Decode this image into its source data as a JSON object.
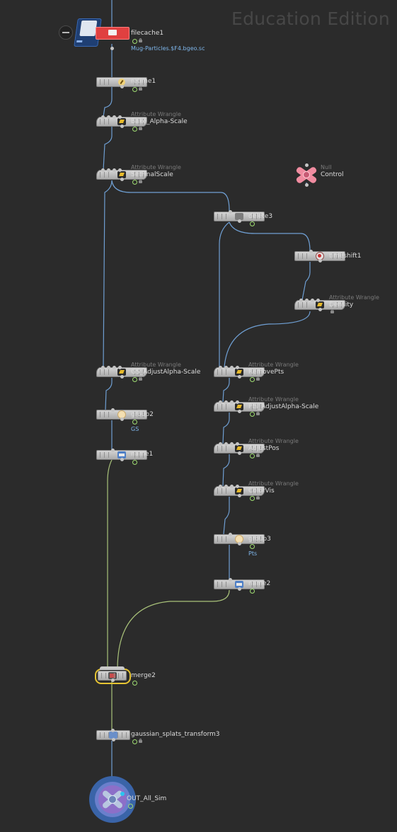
{
  "watermark": "Education Edition",
  "nodes": {
    "filecache1": {
      "label": "filecache1",
      "file": "Mug-Particles.$F4.bgeo.sc"
    },
    "retime1": {
      "label": "retime1"
    },
    "bake": {
      "type": "Attribute Wrangle",
      "label": "Bake_Alpha-Scale"
    },
    "setfinal": {
      "type": "Attribute Wrangle",
      "label": "SetFinalScale"
    },
    "control": {
      "type": "Null",
      "label": "Control"
    },
    "delete3": {
      "label": "delete3"
    },
    "timeshift1": {
      "label": "timeshift1"
    },
    "density": {
      "type": "Attribute Wrangle",
      "label": "Density"
    },
    "gs_adjust": {
      "type": "Attribute Wrangle",
      "label": "GS_AdjustAlpha-Scale"
    },
    "removepts": {
      "type": "Attribute Wrangle",
      "label": "RemovePts"
    },
    "pts_adjust": {
      "type": "Attribute Wrangle",
      "label": "Pts_AdjustAlpha-Scale"
    },
    "adjustpos": {
      "type": "Attribute Wrangle",
      "label": "AdjustPos"
    },
    "colorvis": {
      "type": "Attribute Wrangle",
      "label": "ColorVis"
    },
    "group2": {
      "label": "group2",
      "group": "GS"
    },
    "group3": {
      "label": "group3",
      "group": "Pts"
    },
    "name1": {
      "label": "name1"
    },
    "name2": {
      "label": "name2"
    },
    "merge2": {
      "label": "merge2"
    },
    "gst3": {
      "label": "gaussian_splats_transform3"
    },
    "out": {
      "label": "OUT_All_Sim"
    }
  },
  "colors": {
    "background": "#2b2b2b",
    "wire": "#6f9fd3",
    "wire_secondary": "#a9c27a",
    "flag_display": "#9fdc72",
    "selected": "#e6c432",
    "filecache": "#e04040",
    "null_control": "#f08ca0",
    "null_out": "#3a64a8"
  }
}
